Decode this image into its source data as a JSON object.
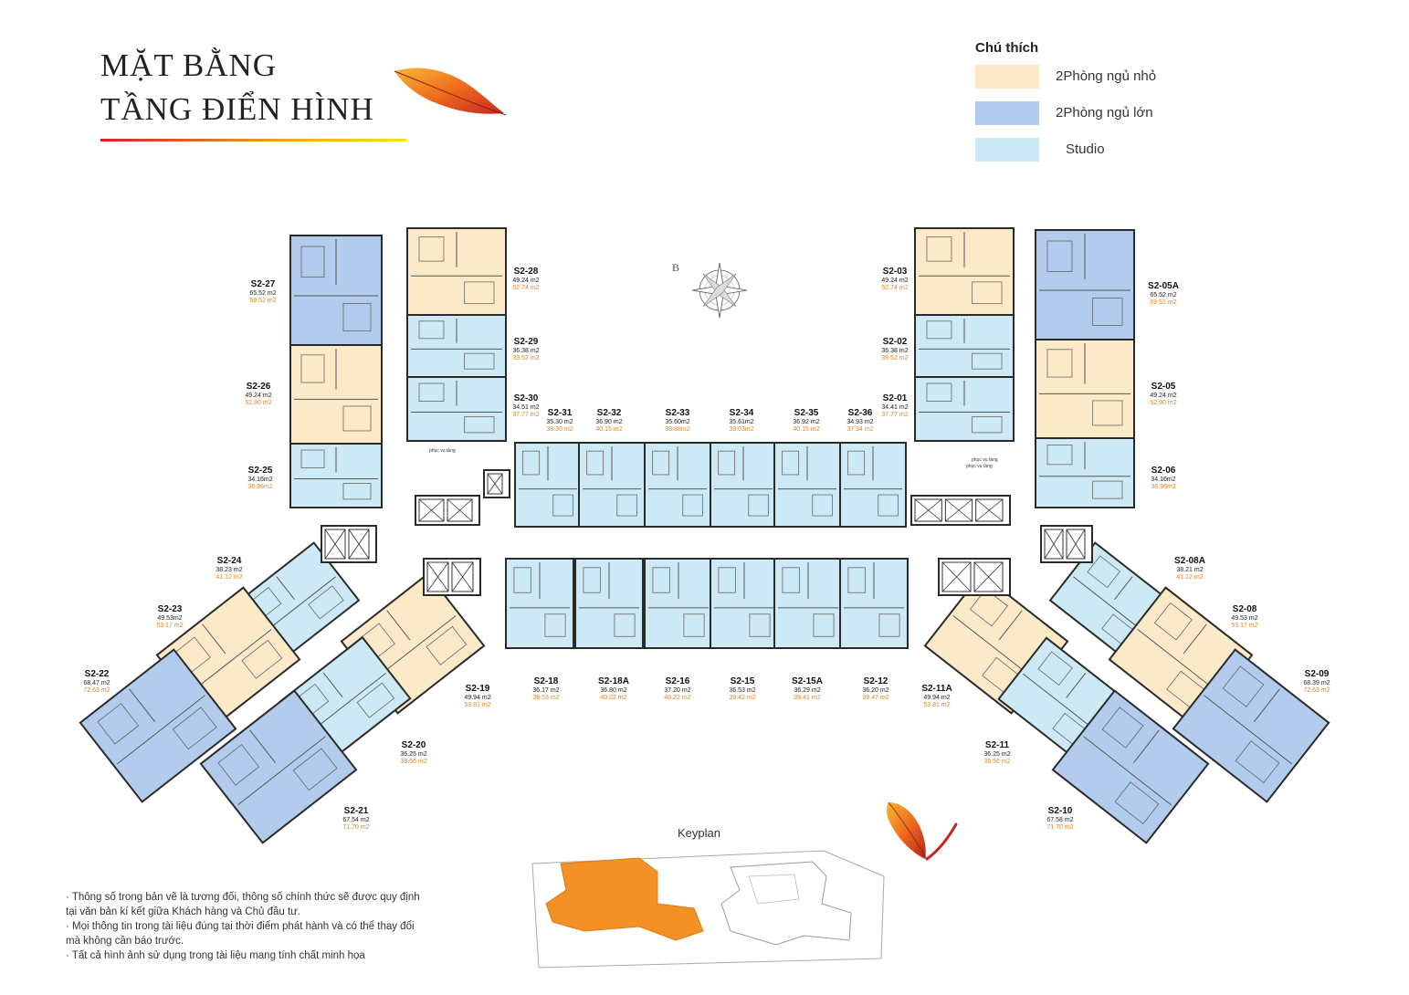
{
  "title": {
    "line1": "MẶT BẰNG",
    "line2": "TẦNG ĐIỂN HÌNH"
  },
  "legend": {
    "title": "Chú thích",
    "items": [
      {
        "label": "2Phòng ngủ nhỏ",
        "color": "#fce9c8"
      },
      {
        "label": "2Phòng ngủ lớn",
        "color": "#b3cbec"
      },
      {
        "label": "Studio",
        "color": "#cde9f6"
      }
    ]
  },
  "colors": {
    "small2br": "#fce9c8",
    "large2br": "#b3cbec",
    "studio": "#cde9f6",
    "wall": "#2a2a2a",
    "accent": "#f28c28"
  },
  "compass_label": "B",
  "service_label": "phục vụ tầng",
  "keyplan_label": "Keyplan",
  "units": [
    {
      "id": "S2-27",
      "a1": "65.52 m2",
      "a2": "69.52 m2"
    },
    {
      "id": "S2-26",
      "a1": "49.24 m2",
      "a2": "52.90 m2"
    },
    {
      "id": "S2-25",
      "a1": "34.16m2",
      "a2": "36.96m2"
    },
    {
      "id": "S2-28",
      "a1": "49.24 m2",
      "a2": "52.74 m2"
    },
    {
      "id": "S2-29",
      "a1": "36.38 m2",
      "a2": "39.52 m2"
    },
    {
      "id": "S2-30",
      "a1": "34.51 m2",
      "a2": "37.77 m2"
    },
    {
      "id": "S2-31",
      "a1": "35.30 m2",
      "a2": "38.30 m2"
    },
    {
      "id": "S2-32",
      "a1": "36.90 m2",
      "a2": "40.15 m2"
    },
    {
      "id": "S2-33",
      "a1": "35.60m2",
      "a2": "38.88m2"
    },
    {
      "id": "S2-34",
      "a1": "35.61m2",
      "a2": "39.03m2"
    },
    {
      "id": "S2-35",
      "a1": "36.92 m2",
      "a2": "40.15 m2"
    },
    {
      "id": "S2-36",
      "a1": "34.93 m2",
      "a2": "37.94 m2"
    },
    {
      "id": "S2-01",
      "a1": "34.41 m2",
      "a2": "37.77 m2"
    },
    {
      "id": "S2-02",
      "a1": "36.38 m2",
      "a2": "39.52 m2"
    },
    {
      "id": "S2-03",
      "a1": "49.24 m2",
      "a2": "52.74 m2"
    },
    {
      "id": "S2-05A",
      "a1": "65.52 m2",
      "a2": "69.52 m2"
    },
    {
      "id": "S2-05",
      "a1": "49.24 m2",
      "a2": "52.90 m2"
    },
    {
      "id": "S2-06",
      "a1": "34.16m2",
      "a2": "36.96m2"
    },
    {
      "id": "S2-24",
      "a1": "38.23 m2",
      "a2": "41.12 m2"
    },
    {
      "id": "S2-23",
      "a1": "49.53m2",
      "a2": "53.17 m2"
    },
    {
      "id": "S2-22",
      "a1": "68.47 m2",
      "a2": "72.63 m2"
    },
    {
      "id": "S2-19",
      "a1": "49.94 m2",
      "a2": "53.81 m2"
    },
    {
      "id": "S2-20",
      "a1": "36.25 m2",
      "a2": "39.56 m2"
    },
    {
      "id": "S2-21",
      "a1": "67.54 m2",
      "a2": "71.70 m2"
    },
    {
      "id": "S2-18",
      "a1": "36.17 m2",
      "a2": "39.53 m2"
    },
    {
      "id": "S2-18A",
      "a1": "36.80 m2",
      "a2": "40.02 m2"
    },
    {
      "id": "S2-16",
      "a1": "37.20 m2",
      "a2": "40.22 m2"
    },
    {
      "id": "S2-15",
      "a1": "36.53 m2",
      "a2": "39.42 m2"
    },
    {
      "id": "S2-15A",
      "a1": "36.29 m2",
      "a2": "39.41 m2"
    },
    {
      "id": "S2-12",
      "a1": "36.20 m2",
      "a2": "39.47 m2"
    },
    {
      "id": "S2-11A",
      "a1": "49.94 m2",
      "a2": "53.81 m2"
    },
    {
      "id": "S2-08A",
      "a1": "38.21 m2",
      "a2": "41.12 m2"
    },
    {
      "id": "S2-08",
      "a1": "49.53 m2",
      "a2": "53.17 m2"
    },
    {
      "id": "S2-09",
      "a1": "68.39 m2",
      "a2": "72.63 m2"
    },
    {
      "id": "S2-11",
      "a1": "36.25 m2",
      "a2": "39.56 m2"
    },
    {
      "id": "S2-10",
      "a1": "67.58 m2",
      "a2": "71.70 m2"
    }
  ],
  "notes": [
    "· Thông số trong bản vẽ là tương đối, thông số chính thức sẽ được quy định",
    "tại văn bản kí kết giữa Khách hàng và Chủ đầu tư.",
    "· Mọi thông tin trong tài liệu đúng tại thời điểm phát hành và có thể thay đổi",
    "mà không cần báo trước.",
    "· Tất cả hình ảnh sử dụng trong tài liệu mang tính chất minh họa"
  ]
}
